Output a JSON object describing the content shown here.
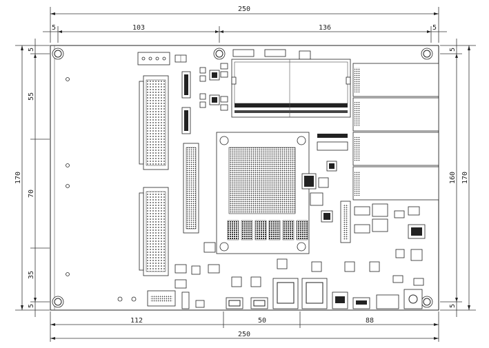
{
  "dimensions": {
    "top_total": "250",
    "top_left_margin": "5",
    "top_left_span": "103",
    "top_right_span": "136",
    "top_right_margin": "5",
    "bottom_left_span": "112",
    "bottom_mid_span": "50",
    "bottom_right_span": "88",
    "bottom_total": "250",
    "left_total": "170",
    "left_top_margin": "5",
    "left_upper": "55",
    "left_middle": "70",
    "left_lower": "35",
    "left_bottom_margin": "5",
    "right_total": "170",
    "right_inner": "160",
    "right_top_margin": "5",
    "right_bottom_margin": "5"
  }
}
